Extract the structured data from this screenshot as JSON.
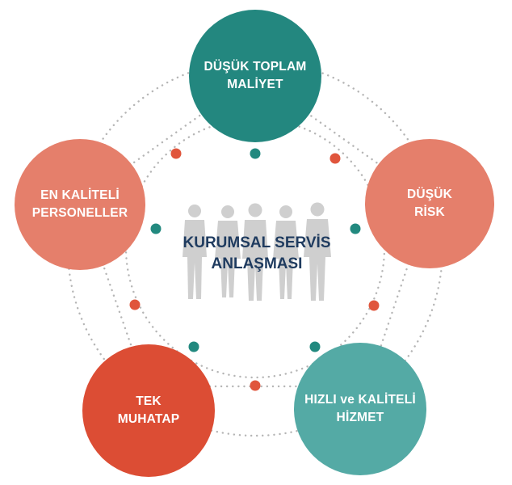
{
  "colors": {
    "teal_dark": "#23877f",
    "teal_light": "#54aaa5",
    "salmon": "#e57f6b",
    "red": "#dc4d34",
    "dot_red": "#e0553c",
    "dot_teal": "#22897f",
    "dotted_line": "#b5b5b5",
    "center_text": "#1f3b5f",
    "silhouette": "#cfcfcf"
  },
  "center": {
    "line1": "KURUMSAL SERVİS",
    "line2": "ANLAŞMASI",
    "icon": "business-people-silhouettes-icon"
  },
  "nodes": {
    "top": {
      "line1": "DÜŞÜK TOPLAM",
      "line2": "MALİYET"
    },
    "right": {
      "line1": "DÜŞÜK",
      "line2": "RİSK"
    },
    "left": {
      "line1": "EN KALİTELİ",
      "line2": "PERSONELLER"
    },
    "bottom_left": {
      "line1": "TEK",
      "line2": "MUHATAP"
    },
    "bottom_right": {
      "line1": "HIZLI ve KALİTELİ",
      "line2": "HİZMET"
    }
  }
}
